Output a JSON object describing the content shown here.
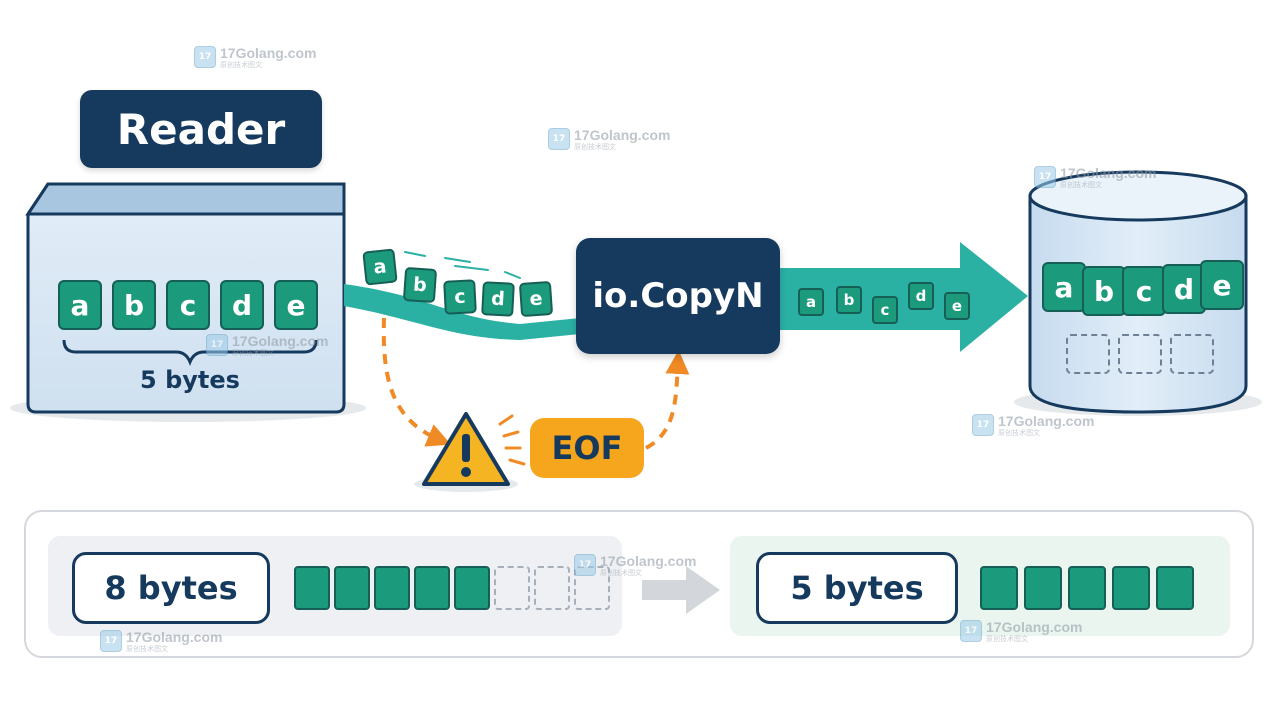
{
  "diagram": {
    "reader_label": "Reader",
    "reader_bytes_caption": "5 bytes",
    "letters": [
      "a",
      "b",
      "c",
      "d",
      "e"
    ],
    "copyn_label": "io.CopyN",
    "eof_label": "EOF",
    "warning_icon": "warning-triangle-icon",
    "destination_icon": "cylinder-storage-icon",
    "colors": {
      "navy": "#163a5e",
      "teal": "#1b9a7c",
      "orange": "#f5a61d",
      "container_blue": "#d9e8f5"
    }
  },
  "comparison": {
    "requested_label": "8 bytes",
    "requested_count": 8,
    "requested_filled": 5,
    "copied_label": "5 bytes",
    "copied_count": 5
  },
  "watermark": {
    "text": "17Golang.com",
    "subtext": "原创技术图文"
  }
}
